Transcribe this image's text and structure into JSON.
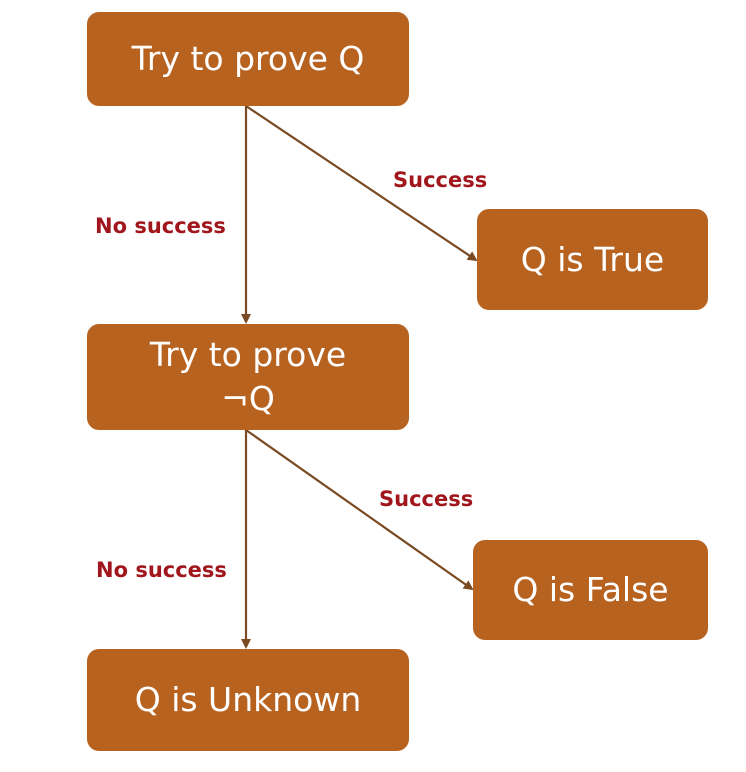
{
  "nodes": {
    "prove_q": "Try to prove Q",
    "q_true": "Q is True",
    "prove_not_q": {
      "line1": "Try to prove",
      "line2": "¬Q"
    },
    "q_false": "Q is False",
    "q_unknown": "Q is Unknown"
  },
  "edges": {
    "success_1": "Success",
    "no_success_1": "No success",
    "success_2": "Success",
    "no_success_2": "No success"
  },
  "colors": {
    "node_fill": "#b8621f",
    "node_text": "#ffffff",
    "arrow": "#7a4a22",
    "edge_label": "#a0161c"
  }
}
